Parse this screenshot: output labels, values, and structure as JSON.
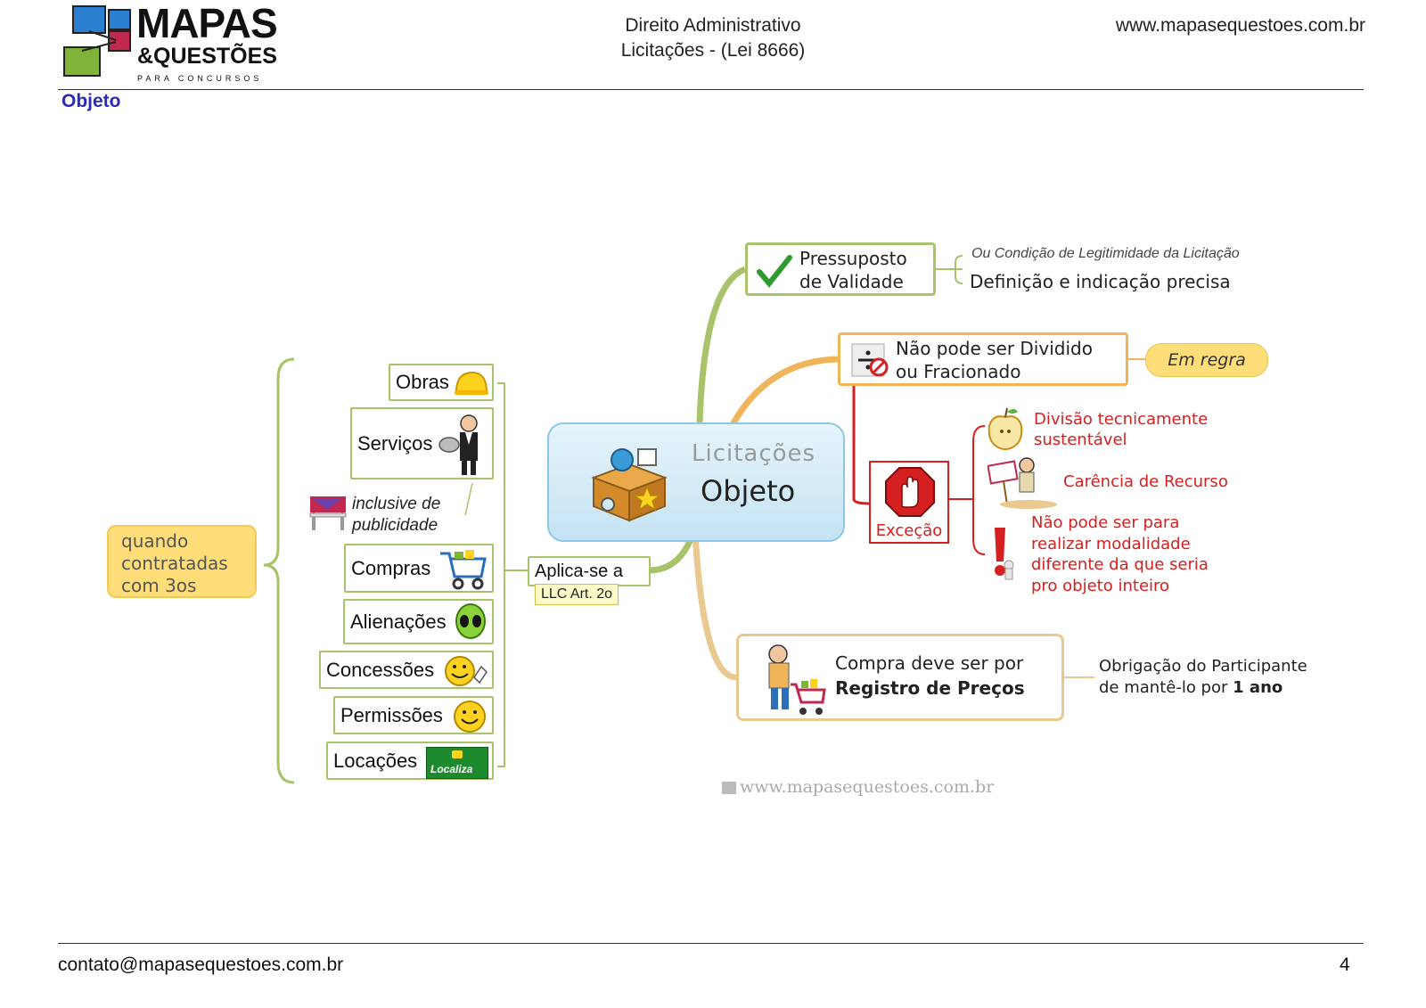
{
  "header": {
    "logo_main": "MAPAS",
    "logo_sub": "&QUESTÕES",
    "logo_tagline": "PARA CONCURSOS",
    "subject": "Direito Administrativo",
    "topic": "Licitações - (Lei 8666)",
    "site": "www.mapasequestoes.com.br",
    "section": "Objeto"
  },
  "map": {
    "center_title": "Licitações",
    "center_subtitle": "Objeto",
    "left": {
      "condition": "quando contratadas com 3os",
      "items": [
        "Obras",
        "Serviços",
        "Compras",
        "Alienações",
        "Concessões",
        "Permissões",
        "Locações"
      ],
      "note": "inclusive de publicidade",
      "applies": "Aplica-se a",
      "ref": "LLC Art. 2o",
      "localiza": "Localiza"
    },
    "right": {
      "validity_line1": "Pressuposto",
      "validity_line2": "de Validade",
      "validity_note": "Ou Condição de Legitimidade da Licitação",
      "validity_detail": "Definição e indicação precisa",
      "divide_line1": "Não pode ser Dividido",
      "divide_line2": "ou Fracionado",
      "rule": "Em regra",
      "exception": "Exceção",
      "exc1_line1": "Divisão tecnicamente",
      "exc1_line2": "sustentável",
      "exc2": "Carência de Recurso",
      "exc3_line1": "Não pode ser para",
      "exc3_line2": "realizar modalidade",
      "exc3_line3": "diferente da que seria",
      "exc3_line4": "pro objeto inteiro",
      "reg_line1": "Compra deve ser por",
      "reg_line2": "Registro de Preços",
      "obl_line1": "Obrigação do Participante",
      "obl_line2_pre": "de mantê-lo por ",
      "obl_line2_bold": "1 ano"
    },
    "watermark": "www.mapasequestoes.com.br"
  },
  "footer": {
    "email": "contato@mapasequestoes.com.br",
    "page": "4"
  },
  "colors": {
    "section": "#2b2bb8",
    "branch_green": "#a8c36a",
    "branch_orange": "#f0b55a",
    "exception_red": "#d42020",
    "center_fill": "#cfe8f6"
  }
}
